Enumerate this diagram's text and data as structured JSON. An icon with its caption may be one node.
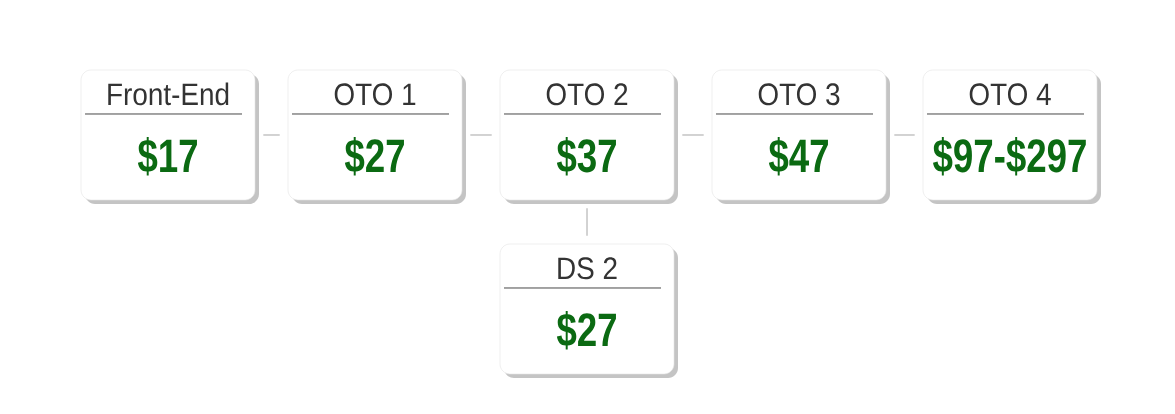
{
  "diagram": {
    "nodes": [
      {
        "text": [
          "Front-End",
          "$17"
        ]
      },
      {
        "text": [
          "OTO 1",
          "$27"
        ]
      },
      {
        "text": [
          "OTO 2",
          "$37"
        ]
      },
      {
        "text": [
          "OTO 3",
          "$47"
        ]
      },
      {
        "text": [
          "OTO 4",
          "$97-$297"
        ]
      },
      {
        "text": [
          "DS 2",
          "$27"
        ]
      }
    ],
    "edges": [
      {
        "from": 0,
        "to": 1,
        "arrow": "none"
      },
      {
        "from": 1,
        "to": 2,
        "arrow": "none"
      },
      {
        "from": 2,
        "to": 3,
        "arrow": "none"
      },
      {
        "from": 3,
        "to": 4,
        "arrow": "none"
      },
      {
        "from": 2,
        "to": 5,
        "arrow": "none"
      }
    ]
  }
}
